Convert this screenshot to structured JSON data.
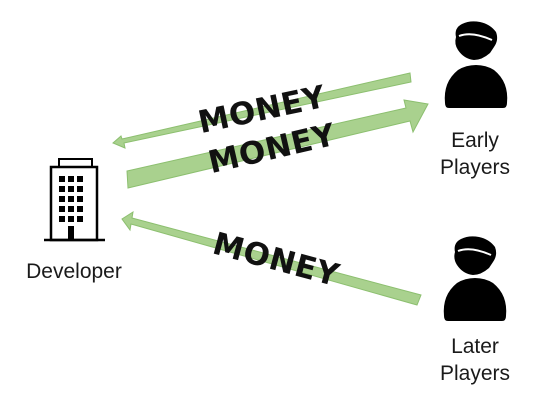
{
  "diagram": {
    "nodes": {
      "developer": {
        "label": "Developer",
        "icon": "building-icon"
      },
      "early_players": {
        "label_line1": "Early",
        "label_line2": "Players",
        "icon": "person-icon"
      },
      "later_players": {
        "label_line1": "Later",
        "label_line2": "Players",
        "icon": "person-icon"
      }
    },
    "arrows": [
      {
        "from": "early_players",
        "to": "developer",
        "label": "MONEY"
      },
      {
        "from": "developer",
        "to": "early_players",
        "label": "MONEY"
      },
      {
        "from": "later_players",
        "to": "developer",
        "label": "MONEY"
      }
    ],
    "colors": {
      "arrow_fill": "#a9d18e",
      "arrow_stroke": "#8cbf6f",
      "icon": "#000000",
      "text": "#111111"
    }
  }
}
